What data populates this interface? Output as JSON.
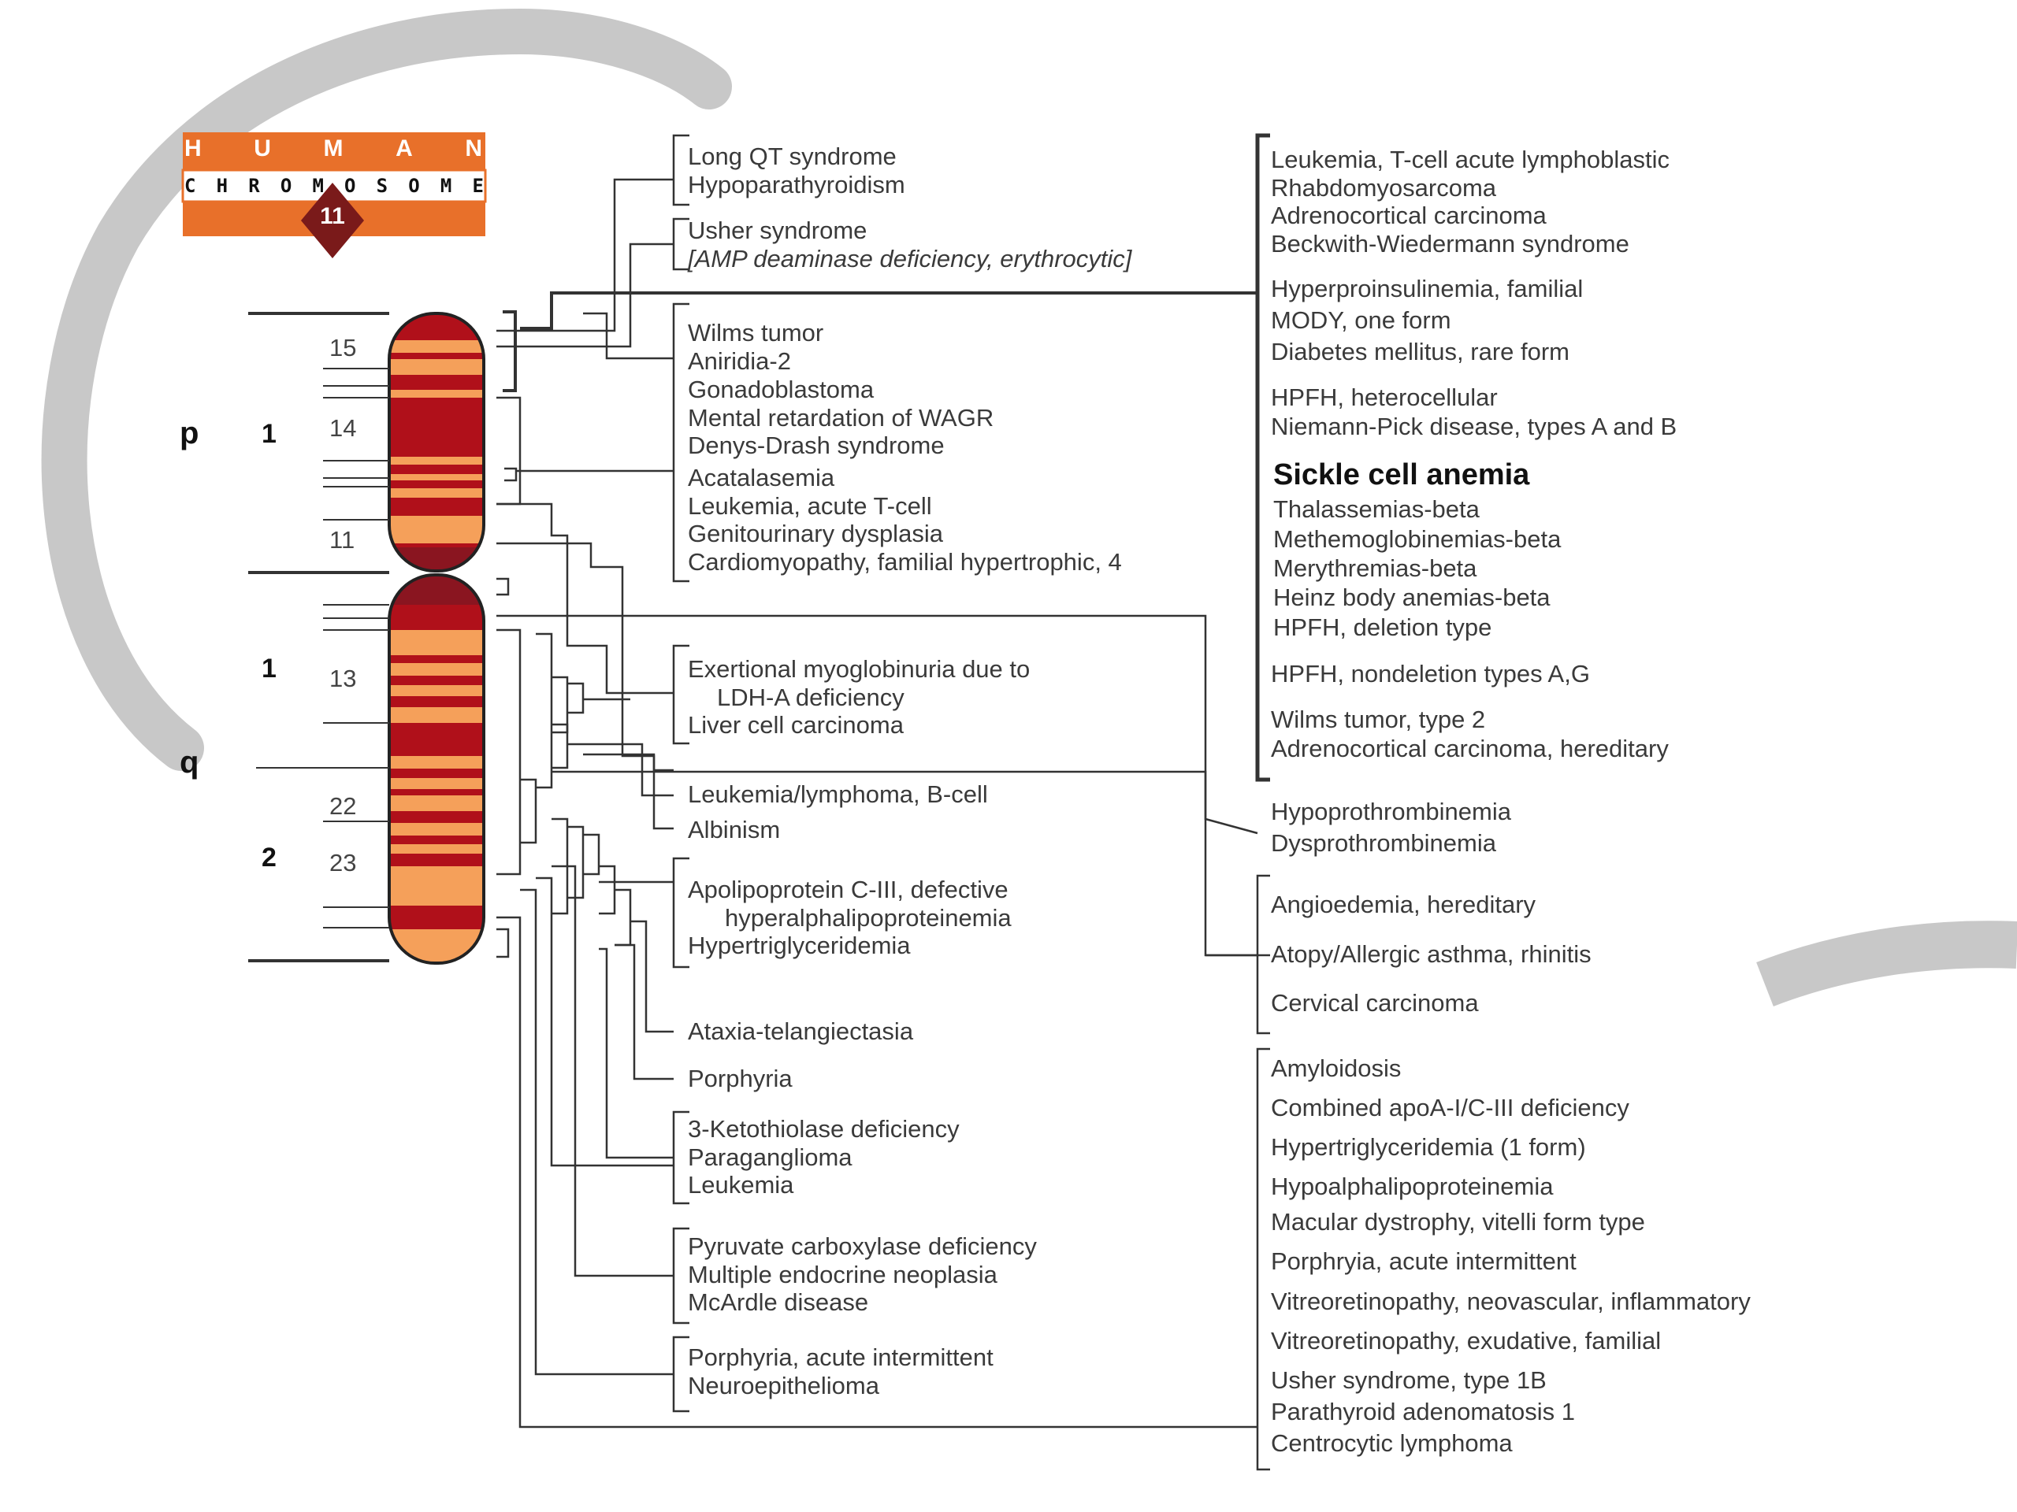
{
  "logo": {
    "word1": [
      "H",
      "U",
      "M",
      "A",
      "N"
    ],
    "word2": [
      "C",
      "H",
      "R",
      "O",
      "M",
      "O",
      "S",
      "O",
      "M",
      "E"
    ],
    "number": "11"
  },
  "arms": {
    "p": "p",
    "q": "q"
  },
  "regions": [
    "1",
    "1",
    "2"
  ],
  "bands": [
    "15",
    "14",
    "11",
    "13",
    "22",
    "23"
  ],
  "middle_groups": [
    {
      "items": [
        "Long QT syndrome",
        "Hypoparathyroidism"
      ]
    },
    {
      "items": [
        "Usher syndrome",
        "[AMP deaminase deficiency, erythrocytic]"
      ]
    },
    {
      "items": [
        "Wilms tumor",
        "Aniridia-2",
        "Gonadoblastoma",
        "Mental retardation of WAGR",
        "Denys-Drash syndrome",
        "Acatalasemia",
        "Leukemia, acute T-cell",
        "Genitourinary dysplasia",
        "Cardiomyopathy, familial hypertrophic, 4"
      ]
    },
    {
      "items": [
        "Exertional myoglobinuria due to",
        "LDH-A deficiency",
        "Liver cell carcinoma"
      ]
    },
    {
      "items": [
        "Leukemia/lymphoma, B-cell"
      ]
    },
    {
      "items": [
        "Albinism"
      ]
    },
    {
      "items": [
        "Apolipoprotein C-III, defective",
        "hyperalphalipoproteinemia",
        "Hypertriglyceridemia"
      ]
    },
    {
      "items": [
        "Ataxia-telangiectasia"
      ]
    },
    {
      "items": [
        "Porphyria"
      ]
    },
    {
      "items": [
        "3-Ketothiolase deficiency",
        "Paraganglioma",
        "Leukemia"
      ]
    },
    {
      "items": [
        "Pyruvate carboxylase deficiency",
        "Multiple endocrine neoplasia",
        "McArdle disease"
      ]
    },
    {
      "items": [
        "Porphyria, acute intermittent",
        "Neuroepithelioma"
      ]
    }
  ],
  "right_groups": [
    {
      "items": [
        "Leukemia, T-cell acute lymphoblastic",
        "Rhabdomyosarcoma",
        "Adrenocortical carcinoma",
        "Beckwith-Wiedermann syndrome",
        "Hyperproinsulinemia, familial",
        "MODY, one form",
        "Diabetes mellitus, rare form",
        "HPFH, heterocellular",
        "Niemann-Pick disease, types A and B",
        "Sickle cell anemia",
        "Thalassemias-beta",
        "Methemoglobinemias-beta",
        "Merythremias-beta",
        "Heinz body anemias-beta",
        "HPFH, deletion type",
        "HPFH, nondeletion types A,G",
        "Wilms tumor, type 2",
        "Adrenocortical carcinoma, hereditary"
      ]
    },
    {
      "items": [
        "Hypoprothrombinemia",
        "Dysprothrombinemia"
      ]
    },
    {
      "items": [
        "Angioedemia, hereditary",
        "Atopy/Allergic asthma, rhinitis",
        "Cervical carcinoma"
      ]
    },
    {
      "items": [
        "Amyloidosis",
        "Combined apoA-I/C-III deficiency",
        "Hypertriglyceridemia (1 form)",
        "Hypoalphalipoproteinemia",
        "Macular dystrophy, vitelli form type",
        "Porphryia, acute intermittent",
        "Vitreoretinopathy, neovascular, inflammatory",
        "Vitreoretinopathy, exudative, familial",
        "Usher syndrome, type 1B",
        "Parathyroid adenomatosis 1",
        "Centrocytic lymphoma"
      ]
    }
  ],
  "colors": {
    "dark_band": "#b0101a",
    "light_band": "#f5a05a",
    "centromere": "#8a1520",
    "logo_orange": "#e8702a",
    "logo_diamond": "#7a1a1a",
    "swirl": "#c8c8c8",
    "line": "#333333"
  }
}
